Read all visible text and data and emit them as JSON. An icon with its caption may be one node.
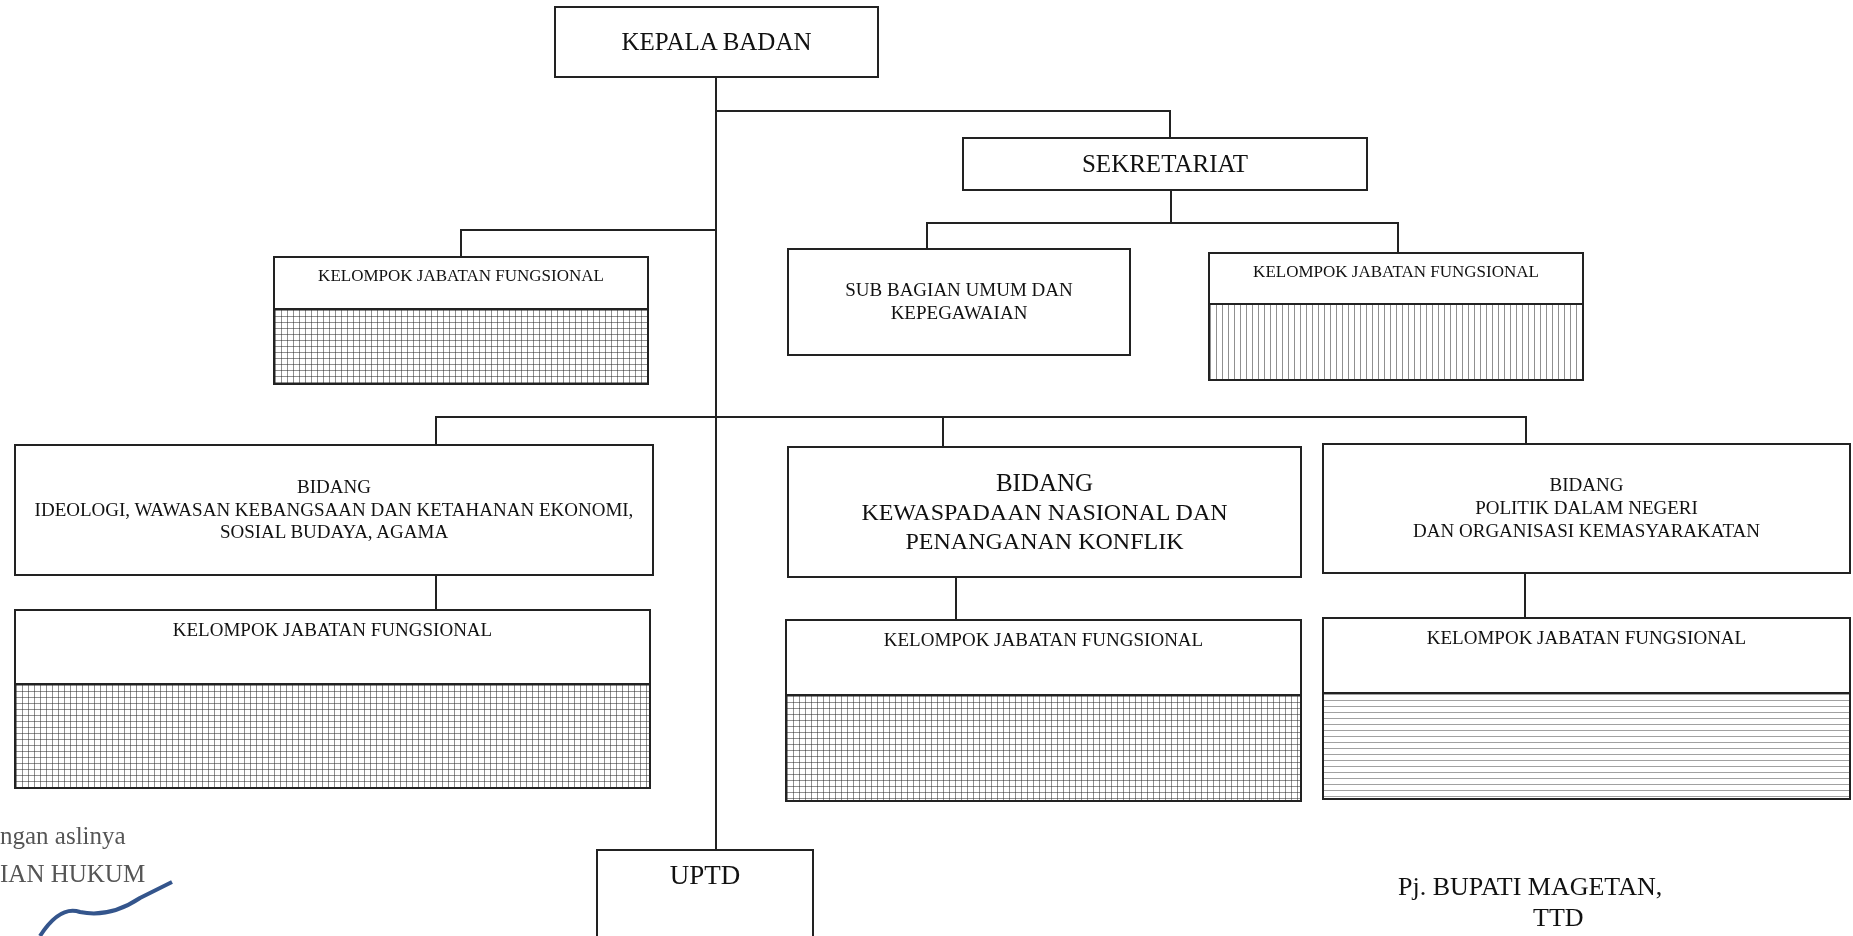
{
  "diagram": {
    "nodes": [
      {
        "text": [
          "KEPALA BADAN"
        ]
      },
      {
        "text": [
          "SEKRETARIAT"
        ]
      },
      {
        "text": [
          "KELOMPOK JABATAN FUNGSIONAL"
        ]
      },
      {
        "text": [
          "SUB BAGIAN UMUM DAN KEPEGAWAIAN"
        ]
      },
      {
        "text": [
          "KELOMPOK JABATAN FUNGSIONAL"
        ]
      },
      {
        "text": [
          "BIDANG",
          "IDEOLOGI, WAWASAN KEBANGSAAN DAN KETAHANAN EKONOMI, SOSIAL BUDAYA, AGAMA"
        ]
      },
      {
        "text": [
          "BIDANG",
          "KEWASPADAAN NASIONAL DAN PENANGANAN KONFLIK"
        ]
      },
      {
        "text": [
          "BIDANG",
          "POLITIK DALAM NEGERI",
          "DAN ORGANISASI KEMASYARAKATAN"
        ]
      },
      {
        "text": [
          "KELOMPOK JABATAN FUNGSIONAL"
        ]
      },
      {
        "text": [
          "KELOMPOK JABATAN FUNGSIONAL"
        ]
      },
      {
        "text": [
          "KELOMPOK JABATAN FUNGSIONAL"
        ]
      },
      {
        "text": [
          "UPTD"
        ]
      }
    ],
    "edges": [
      {
        "from": 0,
        "to": 1,
        "arrow": "none"
      },
      {
        "from": 0,
        "to": 2,
        "arrow": "none"
      },
      {
        "from": 1,
        "to": 3,
        "arrow": "none"
      },
      {
        "from": 1,
        "to": 4,
        "arrow": "none"
      },
      {
        "from": 0,
        "to": 5,
        "arrow": "none"
      },
      {
        "from": 0,
        "to": 6,
        "arrow": "none"
      },
      {
        "from": 0,
        "to": 7,
        "arrow": "none"
      },
      {
        "from": 5,
        "to": 8,
        "arrow": "none"
      },
      {
        "from": 6,
        "to": 9,
        "arrow": "none"
      },
      {
        "from": 7,
        "to": 10,
        "arrow": "none"
      },
      {
        "from": 0,
        "to": 11,
        "arrow": "none"
      }
    ],
    "labels": [
      "ngan aslinya",
      "IAN HUKUM",
      "Pj. BUPATI MAGETAN,",
      "TTD"
    ]
  }
}
